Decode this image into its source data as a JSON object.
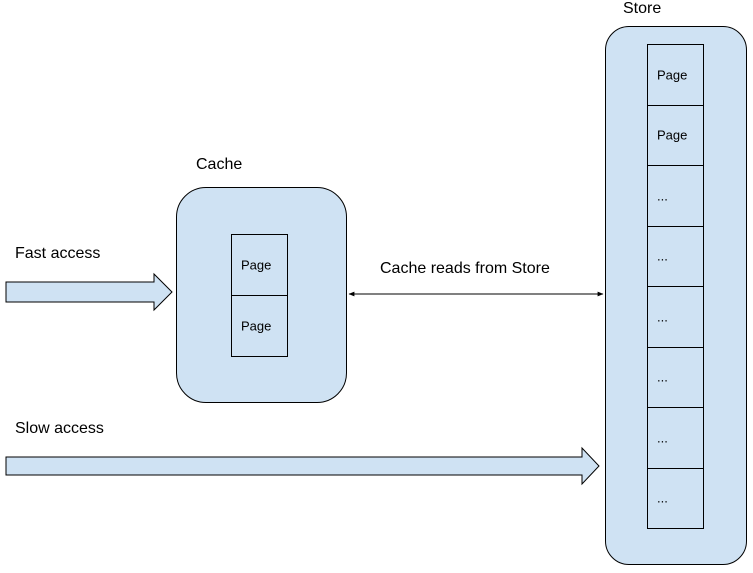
{
  "colors": {
    "fill": "#cfe2f3",
    "stroke": "#000000",
    "background": "#ffffff"
  },
  "labels": {
    "store_title": "Store",
    "cache_title": "Cache",
    "fast_access": "Fast access",
    "slow_access": "Slow access",
    "connector": "Cache reads from Store"
  },
  "cache": {
    "pages": [
      "Page",
      "Page"
    ]
  },
  "store": {
    "pages": [
      "Page",
      "Page",
      "...",
      "...",
      "...",
      "...",
      "...",
      "..."
    ]
  },
  "icons": {
    "fast_arrow": "block-arrow-right-icon",
    "slow_arrow": "block-arrow-right-icon",
    "connector": "double-headed-arrow-icon"
  }
}
